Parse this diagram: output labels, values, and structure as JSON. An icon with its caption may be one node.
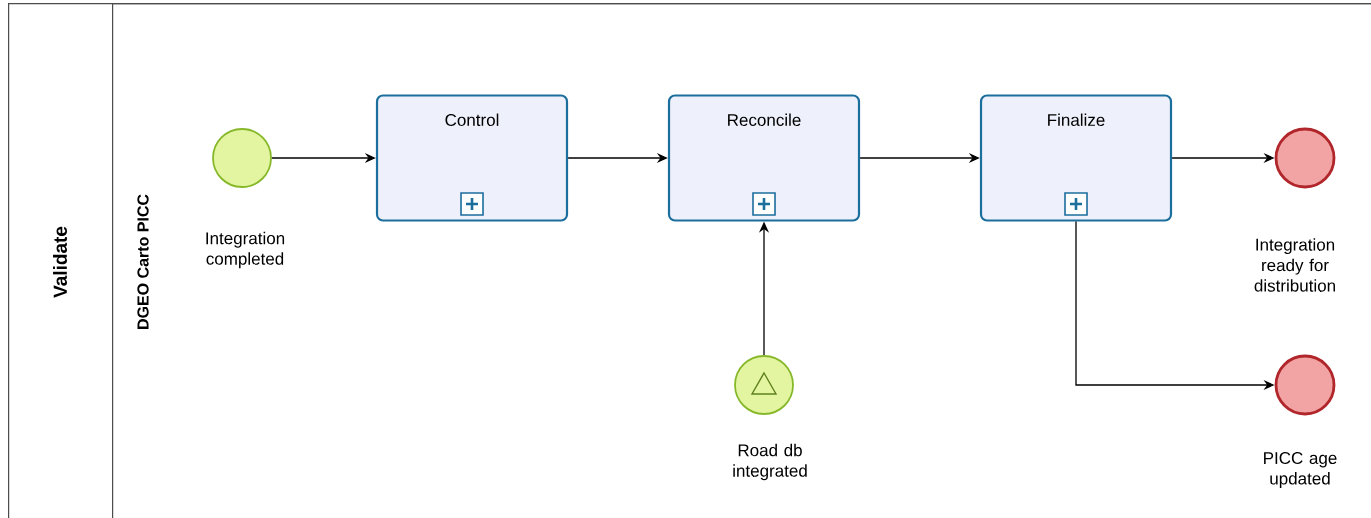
{
  "diagram": {
    "nodes": [
      {
        "text": [
          "Validate"
        ]
      },
      {
        "text": [
          "DGEO Carto PICC"
        ],
        "in": 0
      },
      {
        "text": [],
        "shape": "circle",
        "beside": [
          "Integration completed"
        ],
        "in": 1
      },
      {
        "text": [
          "Control"
        ],
        "in": 1
      },
      {
        "text": [
          "Reconcile"
        ],
        "in": 1
      },
      {
        "text": [
          "Finalize"
        ],
        "in": 1
      },
      {
        "text": [],
        "shape": "circle",
        "beside": [
          "Integration ready for distribution"
        ],
        "in": 1
      },
      {
        "text": [],
        "shape": "circle",
        "beside": [
          "Road db integrated"
        ],
        "in": 1
      },
      {
        "text": [],
        "shape": "circle",
        "beside": [
          "PICC age updated"
        ],
        "in": 1
      }
    ],
    "edges": [
      {
        "from": 2,
        "to": 3,
        "arrow": "to"
      },
      {
        "from": 3,
        "to": 4,
        "arrow": "to"
      },
      {
        "from": 4,
        "to": 5,
        "arrow": "to"
      },
      {
        "from": 5,
        "to": 6,
        "arrow": "to"
      },
      {
        "from": 7,
        "to": 4,
        "arrow": "to"
      },
      {
        "from": 5,
        "to": 8,
        "arrow": "to"
      }
    ]
  }
}
